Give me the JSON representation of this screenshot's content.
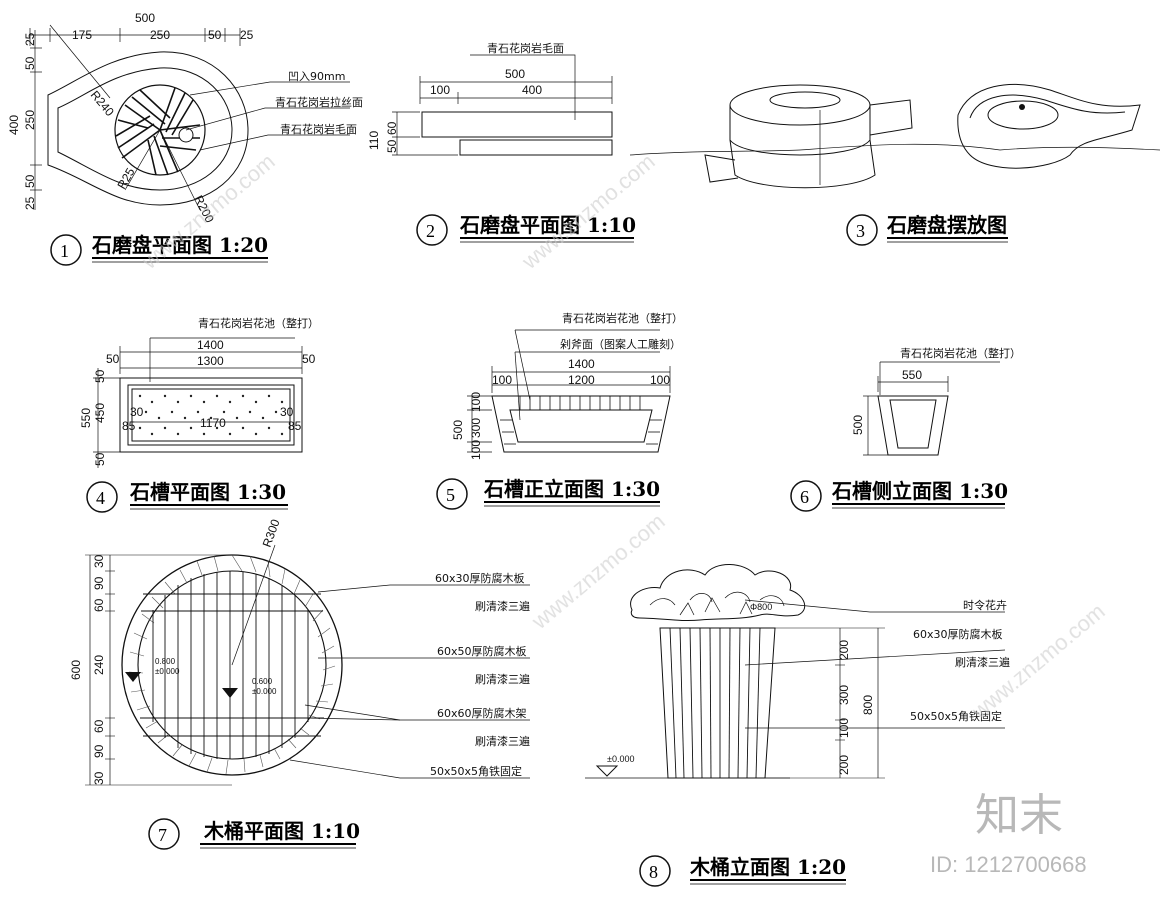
{
  "panels": {
    "p1": {
      "number": "1",
      "title": "石磨盘平面图  1:20",
      "dims": {
        "total": "500",
        "d175": "175",
        "d250": "250",
        "d50": "50",
        "d25": "25",
        "h25a": "25",
        "h50a": "50",
        "h400": "400",
        "h250": "250",
        "h50b": "50",
        "h25b": "25"
      },
      "radii": {
        "r240": "R240",
        "r25": "R25",
        "r200": "R200"
      },
      "notes": [
        "凹入90mm",
        "青石花岗岩拉丝面",
        "青石花岗岩毛面"
      ]
    },
    "p2": {
      "number": "2",
      "title": "石磨盘平面图  1:10",
      "note": "青石花岗岩毛面",
      "dims": {
        "w500": "500",
        "w100": "100",
        "w400": "400",
        "h110": "110",
        "h60": "60",
        "h50": "50"
      }
    },
    "p3": {
      "number": "3",
      "title": "石磨盘摆放图"
    },
    "p4": {
      "number": "4",
      "title": "石槽平面图  1:30",
      "note": "青石花岗岩花池（整打）",
      "dims": {
        "w1400": "1400",
        "w1300": "1300",
        "w50l": "50",
        "w50r": "50",
        "w1170": "1170",
        "d30l": "30",
        "d30r": "30",
        "d85l": "85",
        "d85r": "85",
        "h550": "550",
        "h450": "450",
        "h50t": "50",
        "h50b": "50"
      }
    },
    "p5": {
      "number": "5",
      "title": "石槽正立面图  1:30",
      "notes": [
        "青石花岗岩花池（整打）",
        "剁斧面（图案人工雕刻）"
      ],
      "dims": {
        "w1400": "1400",
        "w1200": "1200",
        "w100l": "100",
        "w100r": "100",
        "h500": "500",
        "h300": "300",
        "h100t": "100",
        "h100b": "100"
      }
    },
    "p6": {
      "number": "6",
      "title": "石槽侧立面图  1:30",
      "note": "青石花岗岩花池（整打）",
      "dims": {
        "w550": "550",
        "h500": "500"
      }
    },
    "p7": {
      "number": "7",
      "title": "木桶平面图  1:10",
      "dims": {
        "r300": "R300",
        "h600": "600",
        "a30": "30",
        "a60": "60",
        "a90": "90",
        "a240": "240",
        "a60b": "60",
        "a90b": "90",
        "a30b": "30"
      },
      "levels": {
        "l1a": "0.800",
        "l1b": "±0.000",
        "l2a": "0.600",
        "l2b": "±0.000"
      },
      "notes": [
        "60x30厚防腐木板",
        "刷清漆三遍",
        "60x50厚防腐木板",
        "刷清漆三遍",
        "60x60厚防腐木架",
        "刷清漆三遍",
        "50x50x5角铁固定"
      ]
    },
    "p8": {
      "number": "8",
      "title": "木桶立面图  1:20",
      "dims": {
        "d200t": "200",
        "d300": "300",
        "d100": "100",
        "d200b": "200",
        "d800": "800",
        "diam": "Φ800"
      },
      "level": "±0.000",
      "notes": [
        "时令花卉",
        "60x30厚防腐木板",
        "刷清漆三遍",
        "50x50x5角铁固定"
      ]
    }
  },
  "brand": {
    "logo": "知末",
    "id": "ID: 1212700668",
    "watermark": "www.znzmo.com"
  }
}
